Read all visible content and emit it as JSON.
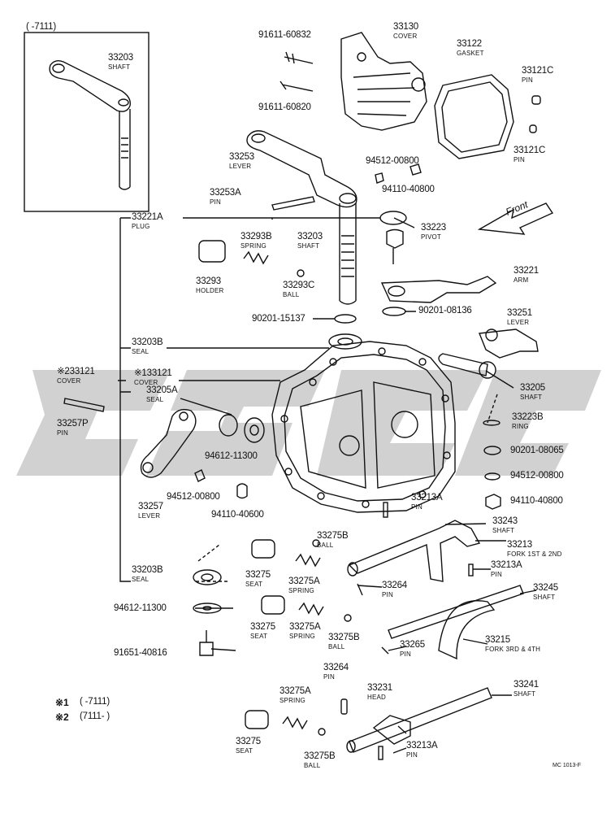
{
  "inset": {
    "range": "(      -7111)"
  },
  "front": "Front",
  "parts": [
    {
      "id": "p01",
      "number": "33203",
      "desc": "SHAFT"
    },
    {
      "id": "p02",
      "number": "91611-60832",
      "desc": ""
    },
    {
      "id": "p03",
      "number": "91611-60820",
      "desc": ""
    },
    {
      "id": "p04",
      "number": "33130",
      "desc": "COVER"
    },
    {
      "id": "p05",
      "number": "33122",
      "desc": "GASKET"
    },
    {
      "id": "p06",
      "number": "33121C",
      "desc": "PIN"
    },
    {
      "id": "p07",
      "number": "33121C",
      "desc": "PIN"
    },
    {
      "id": "p08",
      "number": "33253",
      "desc": "LEVER"
    },
    {
      "id": "p09",
      "number": "94512-00800",
      "desc": ""
    },
    {
      "id": "p10",
      "number": "94110-40800",
      "desc": ""
    },
    {
      "id": "p11",
      "number": "33253A",
      "desc": "PIN"
    },
    {
      "id": "p12",
      "number": "33221A",
      "desc": "PLUG"
    },
    {
      "id": "p13",
      "number": "33223",
      "desc": "PIVOT"
    },
    {
      "id": "p14",
      "number": "33293B",
      "desc": "SPRING"
    },
    {
      "id": "p15",
      "number": "33203",
      "desc": "SHAFT"
    },
    {
      "id": "p16",
      "number": "33293",
      "desc": "HOLDER"
    },
    {
      "id": "p17",
      "number": "33293C",
      "desc": "BALL"
    },
    {
      "id": "p18",
      "number": "33221",
      "desc": "ARM"
    },
    {
      "id": "p19",
      "number": "90201-15137",
      "desc": ""
    },
    {
      "id": "p20",
      "number": "90201-08136",
      "desc": ""
    },
    {
      "id": "p21",
      "number": "33251",
      "desc": "LEVER"
    },
    {
      "id": "p22",
      "number": "33203B",
      "desc": "SEAL"
    },
    {
      "id": "p23",
      "number": "※233121",
      "desc": "COVER"
    },
    {
      "id": "p24",
      "number": "※133121",
      "desc": "COVER"
    },
    {
      "id": "p25",
      "number": "33205A",
      "desc": "SEAL"
    },
    {
      "id": "p26",
      "number": "33205",
      "desc": "SHAFT"
    },
    {
      "id": "p27",
      "number": "33257P",
      "desc": "PIN"
    },
    {
      "id": "p28",
      "number": "33223B",
      "desc": "RING"
    },
    {
      "id": "p29",
      "number": "94612-11300",
      "desc": ""
    },
    {
      "id": "p30",
      "number": "90201-08065",
      "desc": ""
    },
    {
      "id": "p31",
      "number": "94512-00800",
      "desc": ""
    },
    {
      "id": "p32",
      "number": "94512-00800",
      "desc": ""
    },
    {
      "id": "p33",
      "number": "94110-40800",
      "desc": ""
    },
    {
      "id": "p34",
      "number": "33257",
      "desc": "LEVER"
    },
    {
      "id": "p35",
      "number": "94110-40600",
      "desc": ""
    },
    {
      "id": "p36",
      "number": "33213A",
      "desc": "PIN"
    },
    {
      "id": "p37",
      "number": "33243",
      "desc": "SHAFT"
    },
    {
      "id": "p38",
      "number": "33275B",
      "desc": "BALL"
    },
    {
      "id": "p39",
      "number": "33213",
      "desc": "FORK 1ST & 2ND"
    },
    {
      "id": "p40",
      "number": "33203B",
      "desc": "SEAL"
    },
    {
      "id": "p41",
      "number": "33275",
      "desc": "SEAT"
    },
    {
      "id": "p42",
      "number": "33275A",
      "desc": "SPRING"
    },
    {
      "id": "p43",
      "number": "33213A",
      "desc": "PIN"
    },
    {
      "id": "p44",
      "number": "33264",
      "desc": "PIN"
    },
    {
      "id": "p45",
      "number": "33245",
      "desc": "SHAFT"
    },
    {
      "id": "p46",
      "number": "94612-11300",
      "desc": ""
    },
    {
      "id": "p47",
      "number": "33275",
      "desc": "SEAT"
    },
    {
      "id": "p48",
      "number": "33275A",
      "desc": "SPRING"
    },
    {
      "id": "p49",
      "number": "33275B",
      "desc": "BALL"
    },
    {
      "id": "p50",
      "number": "33215",
      "desc": "FORK 3RD & 4TH"
    },
    {
      "id": "p51",
      "number": "33265",
      "desc": "PIN"
    },
    {
      "id": "p52",
      "number": "91651-40816",
      "desc": ""
    },
    {
      "id": "p53",
      "number": "33264",
      "desc": "PIN"
    },
    {
      "id": "p54",
      "number": "33231",
      "desc": "HEAD"
    },
    {
      "id": "p55",
      "number": "33241",
      "desc": "SHAFT"
    },
    {
      "id": "p56",
      "number": "33275A",
      "desc": "SPRING"
    },
    {
      "id": "p57",
      "number": "33275",
      "desc": "SEAT"
    },
    {
      "id": "p58",
      "number": "33213A",
      "desc": "PIN"
    },
    {
      "id": "p59",
      "number": "33275B",
      "desc": "BALL"
    }
  ],
  "footnotes": [
    {
      "mark": "※1",
      "range": "(      -7111)"
    },
    {
      "mark": "※2",
      "range": "(7111-         )"
    }
  ],
  "code": "MC 1013-F"
}
